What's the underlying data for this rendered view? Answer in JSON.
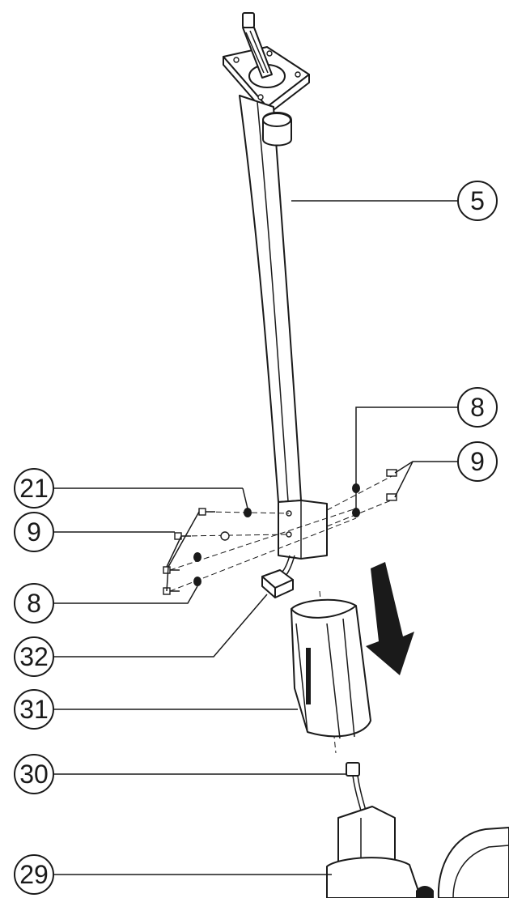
{
  "callouts": {
    "c5": "5",
    "c8_right": "8",
    "c9_right": "9",
    "c21": "21",
    "c9_left": "9",
    "c8_left": "8",
    "c32": "32",
    "c31": "31",
    "c30": "30",
    "c29": "29"
  },
  "colors": {
    "line": "#1a1a1a",
    "background": "#ffffff"
  },
  "icons": {
    "direction": "arrow-down-icon"
  }
}
